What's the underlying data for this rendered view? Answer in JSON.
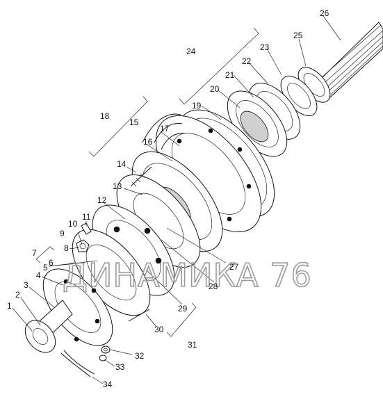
{
  "watermark": "ДИНАМИКА 76",
  "callouts": {
    "c1": "1",
    "c2": "2",
    "c3": "3",
    "c4": "4",
    "c5": "5",
    "c6": "6",
    "c7": "7",
    "c8": "8",
    "c9": "9",
    "c10": "10",
    "c11": "11",
    "c12": "12",
    "c13": "13",
    "c14": "14",
    "c15": "15",
    "c16": "16",
    "c17": "17",
    "c18": "18",
    "c19": "19",
    "c20": "20",
    "c21": "21",
    "c22": "22",
    "c23": "23",
    "c24": "24",
    "c25": "25",
    "c26": "26",
    "c27": "27",
    "c28": "28",
    "c29": "29",
    "c30": "30",
    "c31": "31",
    "c32": "32",
    "c33": "33",
    "c34": "34"
  }
}
